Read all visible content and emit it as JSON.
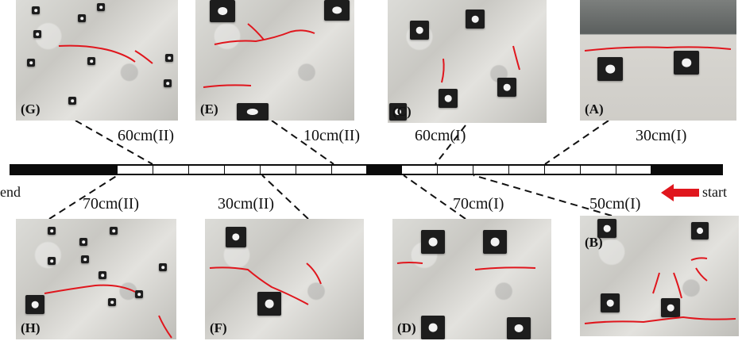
{
  "track": {
    "end_label": "end",
    "start_label": "start"
  },
  "distances": {
    "top": [
      "60cm(II)",
      "10cm(II)",
      "60cm(I)",
      "30cm(I)"
    ],
    "bottom": [
      "70cm(II)",
      "30cm(II)",
      "70cm(I)",
      "50cm(I)"
    ]
  },
  "photos": {
    "G": "(G)",
    "E": "(E)",
    "C": "(C)",
    "A": "(A)",
    "H": "(H)",
    "F": "(F)",
    "D": "(D)",
    "B": "(B)"
  },
  "colors": {
    "crack": "#e0161d",
    "arrow": "#e0161d",
    "track": "#0b0b0b"
  }
}
